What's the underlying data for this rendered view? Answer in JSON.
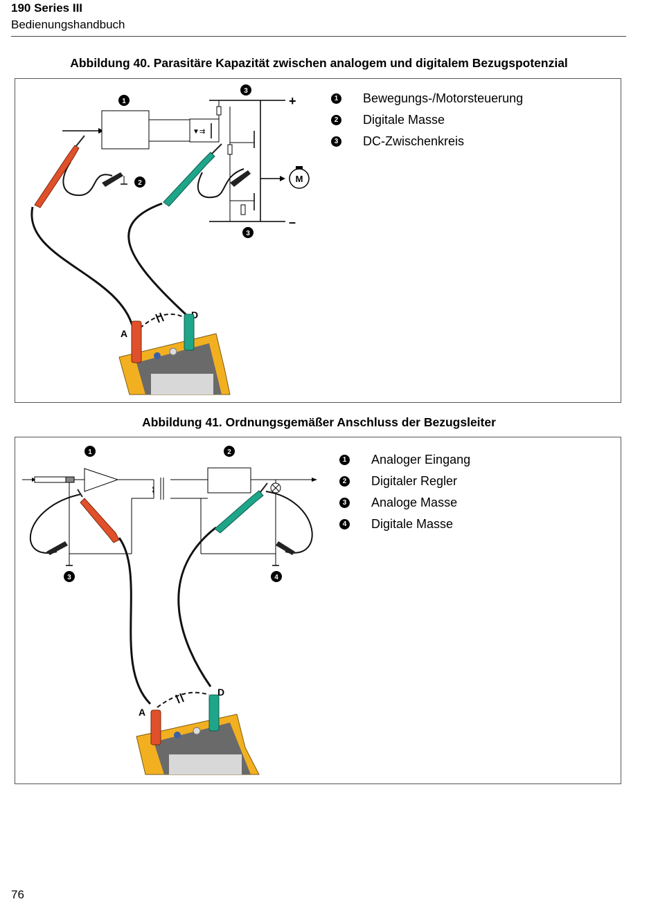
{
  "header": {
    "title": "190 Series III",
    "subtitle": "Bedienungshandbuch"
  },
  "figure40": {
    "caption": "Abbildung 40. Parasitäre Kapazität zwischen analogem und digitalem Bezugspotenzial",
    "legend": [
      {
        "num": "1",
        "text": "Bewegungs-/Motorsteuerung"
      },
      {
        "num": "2",
        "text": "Digitale Masse"
      },
      {
        "num": "3",
        "text": "DC-Zwischenkreis"
      }
    ],
    "labels": {
      "plus": "+",
      "minus": "–",
      "motor": "M",
      "probe_a": "A",
      "probe_d": "D"
    }
  },
  "figure41": {
    "caption": "Abbildung 41. Ordnungsgemäßer Anschluss der Bezugsleiter",
    "legend": [
      {
        "num": "1",
        "text": "Analoger Eingang"
      },
      {
        "num": "2",
        "text": "Digitaler Regler"
      },
      {
        "num": "3",
        "text": "Analoge Masse"
      },
      {
        "num": "4",
        "text": "Digitale Masse"
      }
    ],
    "labels": {
      "probe_a": "A",
      "probe_d": "D"
    }
  },
  "colors": {
    "probe_red": "#e0502a",
    "probe_green": "#1fa58a",
    "meter_yellow": "#f2b021",
    "meter_gray": "#6a6a6a"
  },
  "page_number": "76"
}
